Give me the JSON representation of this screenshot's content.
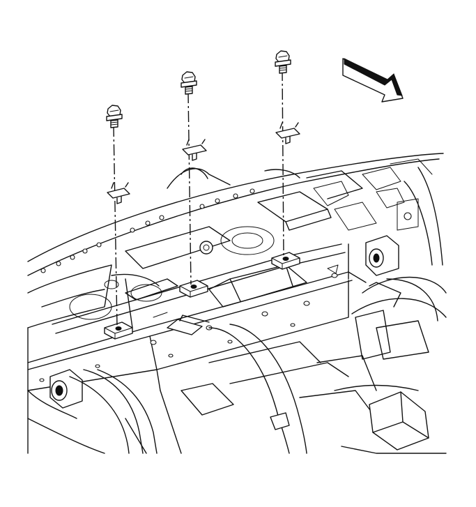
{
  "diagram": {
    "parts": {
      "bolts": [
        "bolt-left",
        "bolt-middle",
        "bolt-right"
      ],
      "washers": [
        "washer-left",
        "washer-middle",
        "washer-right"
      ],
      "pads": [
        "pad-left",
        "pad-middle",
        "pad-right"
      ]
    },
    "direction_arrow": "view-direction-arrow",
    "colors": {
      "line": "#111111",
      "background": "#ffffff"
    }
  }
}
